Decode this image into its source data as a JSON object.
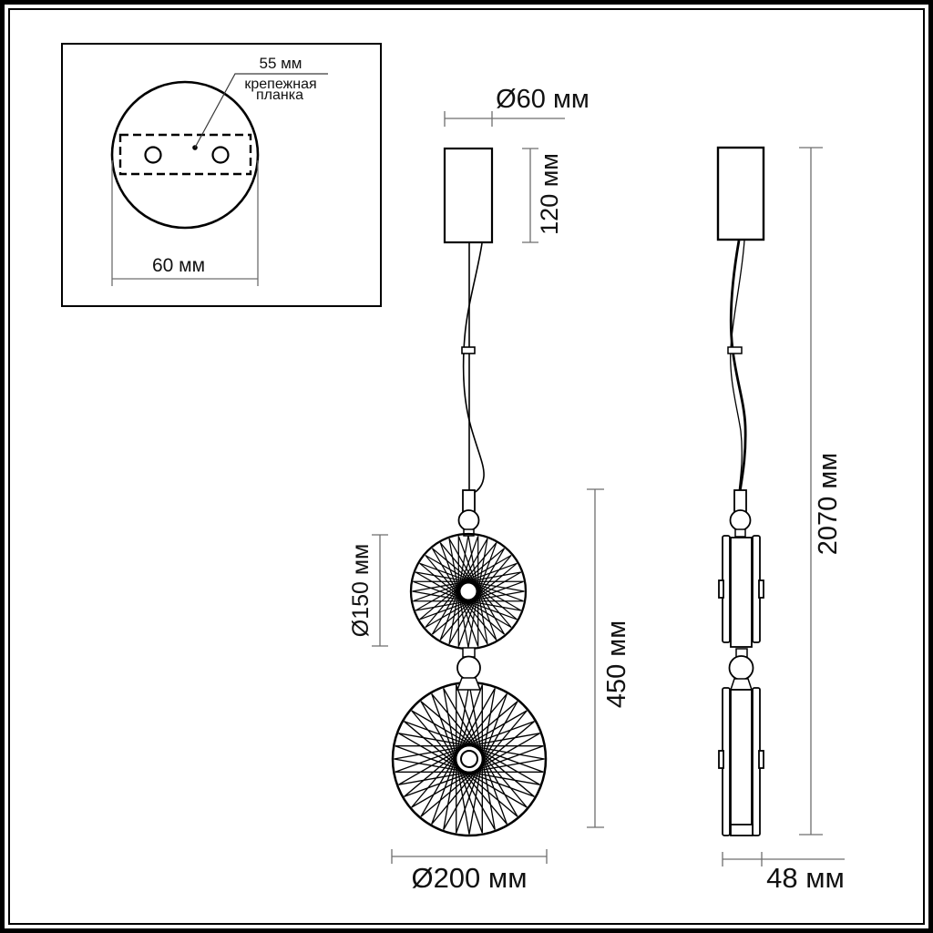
{
  "inset": {
    "plate_width_label": "55 мм",
    "plate_name_line1": "крепежная",
    "plate_name_line2": "планка",
    "base_width_label": "60 мм"
  },
  "front_view": {
    "canopy_diameter_label": "Ø60 мм",
    "canopy_height_label": "120 мм",
    "small_shade_diameter_label": "Ø150 мм",
    "large_shade_diameter_label": "Ø200 мм",
    "shades_height_label": "450 мм"
  },
  "side_view": {
    "total_height_label": "2070 мм",
    "shade_thickness_label": "48 мм"
  },
  "colors": {
    "ink": "#000000",
    "dimension_line": "#6e6e6e",
    "text": "#111111",
    "background": "#ffffff"
  }
}
